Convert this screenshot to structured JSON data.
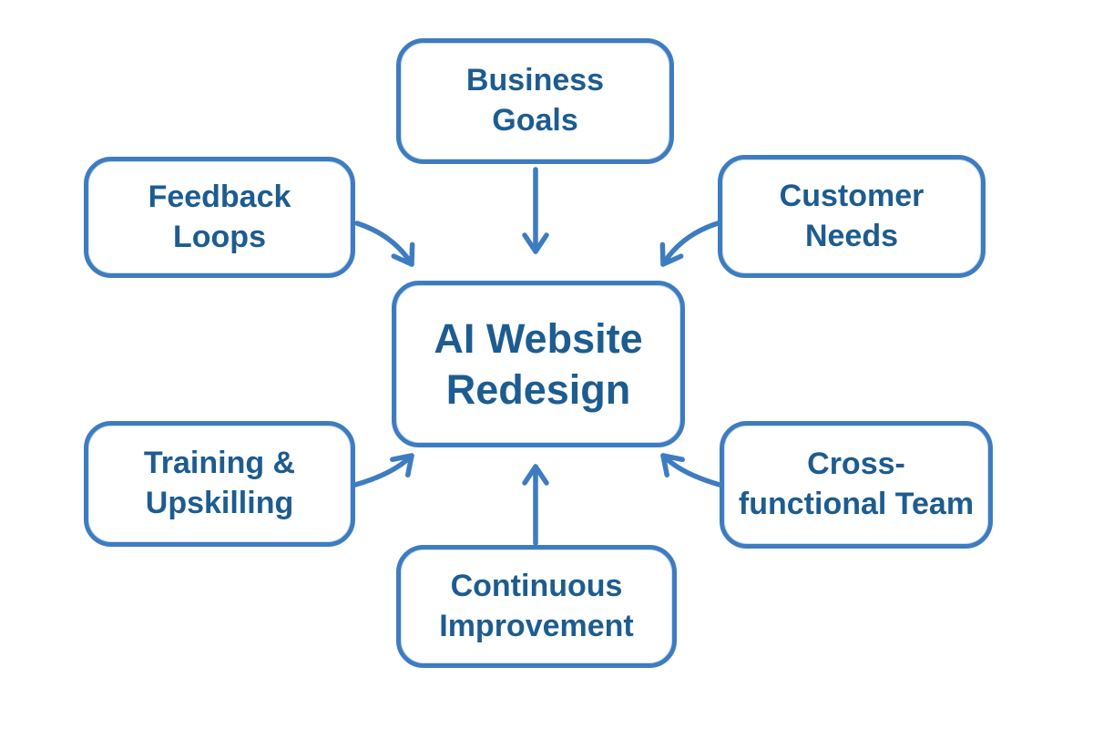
{
  "diagram": {
    "title": "AI Website Redesign diagram",
    "colors": {
      "stroke": "#3e7cc1",
      "text": "#1d5c90",
      "background": "#ffffff"
    },
    "center": {
      "id": "ai-website-redesign",
      "lines": [
        "AI Website",
        "Redesign"
      ]
    },
    "nodes": [
      {
        "id": "business-goals",
        "position": "top",
        "lines": [
          "Business",
          "Goals"
        ]
      },
      {
        "id": "feedback-loops",
        "position": "top-left",
        "lines": [
          "Feedback",
          "Loops"
        ]
      },
      {
        "id": "customer-needs",
        "position": "top-right",
        "lines": [
          "Customer",
          "Needs"
        ]
      },
      {
        "id": "training-upskilling",
        "position": "bottom-left",
        "lines": [
          "Training &",
          "Upskilling"
        ]
      },
      {
        "id": "cross-functional-team",
        "position": "bottom-right",
        "lines": [
          "Cross-",
          "functional Team"
        ]
      },
      {
        "id": "continuous-improvement",
        "position": "bottom",
        "lines": [
          "Continuous",
          "Improvement"
        ]
      }
    ],
    "edges": [
      {
        "from": "business-goals",
        "to": "ai-website-redesign",
        "style": "straight-down"
      },
      {
        "from": "feedback-loops",
        "to": "ai-website-redesign",
        "style": "curved-down-right"
      },
      {
        "from": "customer-needs",
        "to": "ai-website-redesign",
        "style": "curved-down-left"
      },
      {
        "from": "training-upskilling",
        "to": "ai-website-redesign",
        "style": "curved-up-right"
      },
      {
        "from": "cross-functional-team",
        "to": "ai-website-redesign",
        "style": "curved-up-left"
      },
      {
        "from": "continuous-improvement",
        "to": "ai-website-redesign",
        "style": "straight-up"
      }
    ]
  }
}
